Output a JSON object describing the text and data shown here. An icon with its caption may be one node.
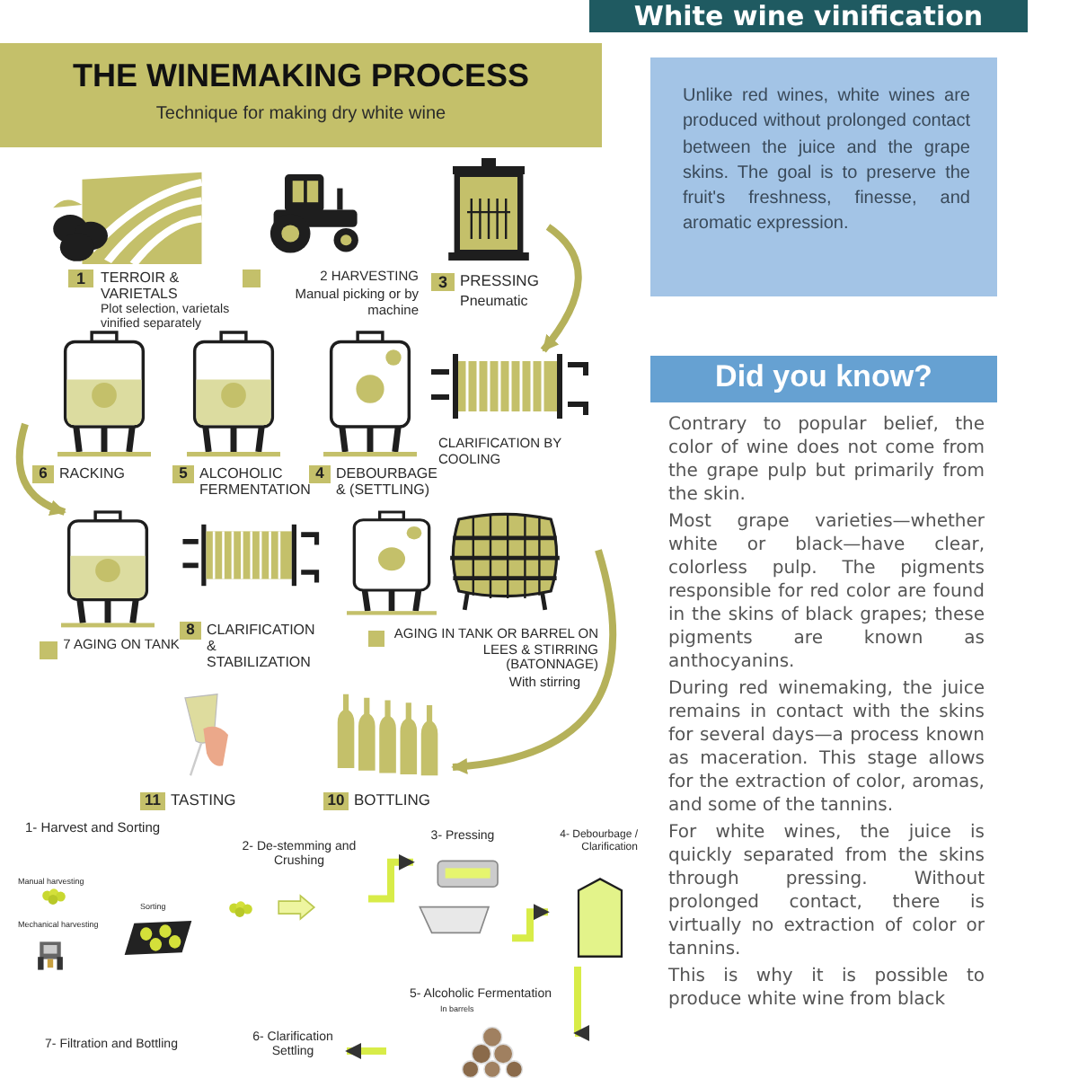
{
  "diagram": {
    "title": "White wine vinification",
    "nodes": [
      {
        "text": [
          "THE WINEMAKING PROCESS",
          "Technique for making dry white wine"
        ]
      },
      {
        "text": [
          "1",
          "TERROIR & VARIETALS",
          "Plot selection, varietals vinified separately"
        ]
      },
      {
        "text": [
          "2 HARVESTING",
          "Manual picking or by machine"
        ]
      },
      {
        "text": [
          "3",
          "PRESSING",
          "Pneumatic"
        ]
      },
      {
        "text": [
          "CLARIFICATION BY COOLING"
        ]
      },
      {
        "text": [
          "4",
          "DEBOURBAGE & (SETTLING)"
        ]
      },
      {
        "text": [
          "5",
          "ALCOHOLIC FERMENTATION"
        ]
      },
      {
        "text": [
          "6",
          "RACKING"
        ]
      },
      {
        "text": [
          "7 AGING ON TANK"
        ]
      },
      {
        "text": [
          "8",
          "CLARIFICATION & STABILIZATION"
        ]
      },
      {
        "text": [
          "AGING IN TANK OR BARREL ON LEES & STIRRING (BATONNAGE)",
          "With stirring"
        ]
      },
      {
        "text": [
          "10",
          "BOTTLING"
        ]
      },
      {
        "text": [
          "11",
          "TASTING"
        ]
      },
      {
        "text": [
          "1- Harvest and Sorting",
          "Manual harvesting",
          "Mechanical harvesting",
          "Sorting"
        ]
      },
      {
        "text": [
          "2- De-stemming and Crushing"
        ]
      },
      {
        "text": [
          "3- Pressing"
        ]
      },
      {
        "text": [
          "4- Debourbage / Clarification"
        ]
      },
      {
        "text": [
          "5- Alcoholic Fermentation",
          "In barrels"
        ]
      },
      {
        "text": [
          "6- Clarification Settling"
        ]
      },
      {
        "text": [
          "7- Filtration and Bottling"
        ]
      },
      {
        "text": [
          "Unlike red wines, white wines are produced without prolonged contact between the juice and the grape skins. The goal is to preserve the fruit's freshness, finesse, and aromatic expression."
        ]
      },
      {
        "text": [
          "Did you know?"
        ]
      }
    ],
    "edges": [
      {
        "from": 3,
        "to": 4,
        "arrow": "to",
        "color": "#b5b15a"
      },
      {
        "from": 7,
        "to": 8,
        "arrow": "to",
        "color": "#b5b15a"
      },
      {
        "from": 10,
        "to": 11,
        "arrow": "to",
        "color": "#b5b15a"
      },
      {
        "from": 14,
        "to": 15,
        "arrow": "to"
      },
      {
        "from": 15,
        "to": 16,
        "arrow": "to"
      },
      {
        "from": 16,
        "to": 17,
        "arrow": "to"
      },
      {
        "from": 17,
        "to": 18,
        "arrow": "to"
      }
    ],
    "labels": [
      "Contrary to popular belief, the color of wine does not come from the grape pulp but primarily from the skin.",
      "Most grape varieties—whether white or black—have clear, colorless pulp. The pigments responsible for red color are found in the skins of black grapes; these pigments are known as anthocyanins.",
      "During red winemaking, the juice remains in contact with the skins for several days—a process known as maceration. This stage allows for the extraction of color, aromas, and some of the tannins.",
      "For white wines, the juice is quickly separated from the skins through pressing. Without prolonged contact, there is virtually no extraction of color or tannins.",
      "This is why it is possible to produce white wine from black"
    ]
  }
}
